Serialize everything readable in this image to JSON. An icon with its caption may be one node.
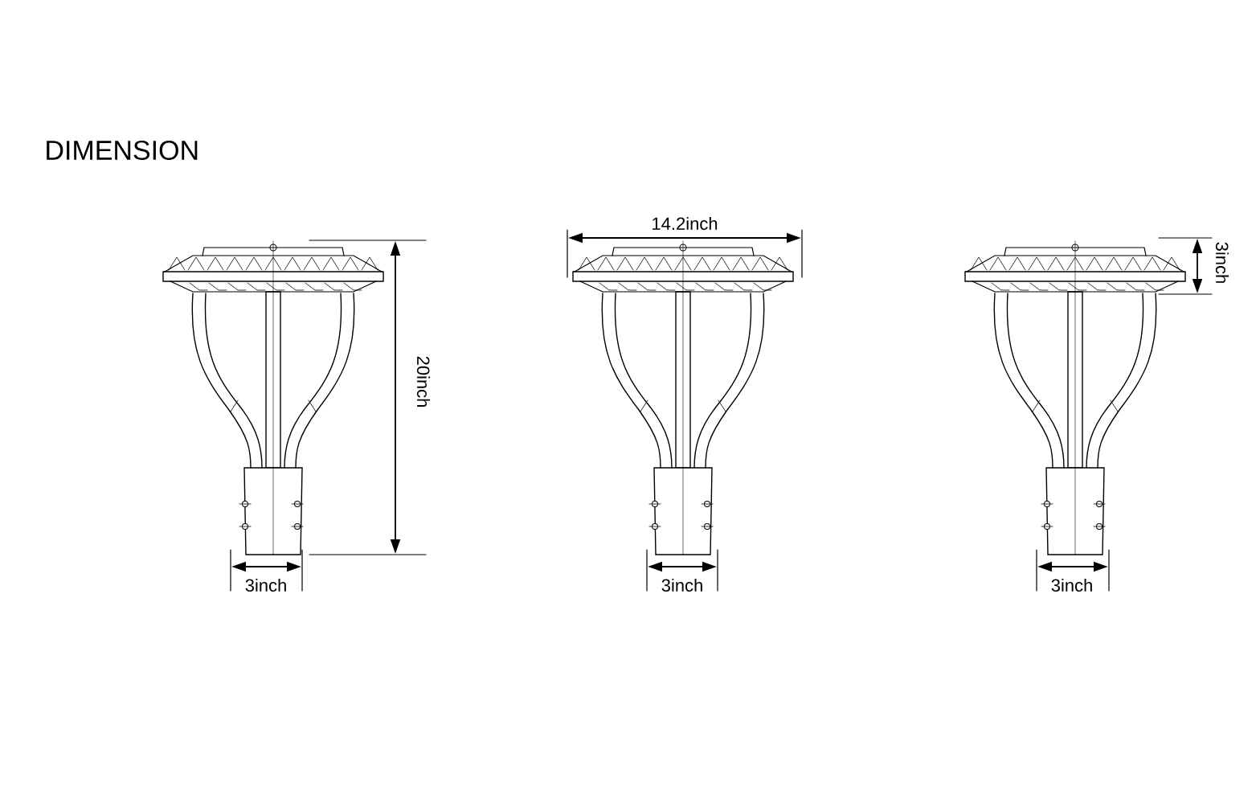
{
  "diagram": {
    "title": "DIMENSION",
    "labels": [
      "14.2inch",
      "3inch",
      "20inch",
      "3inch",
      "3inch",
      "3inch"
    ]
  }
}
